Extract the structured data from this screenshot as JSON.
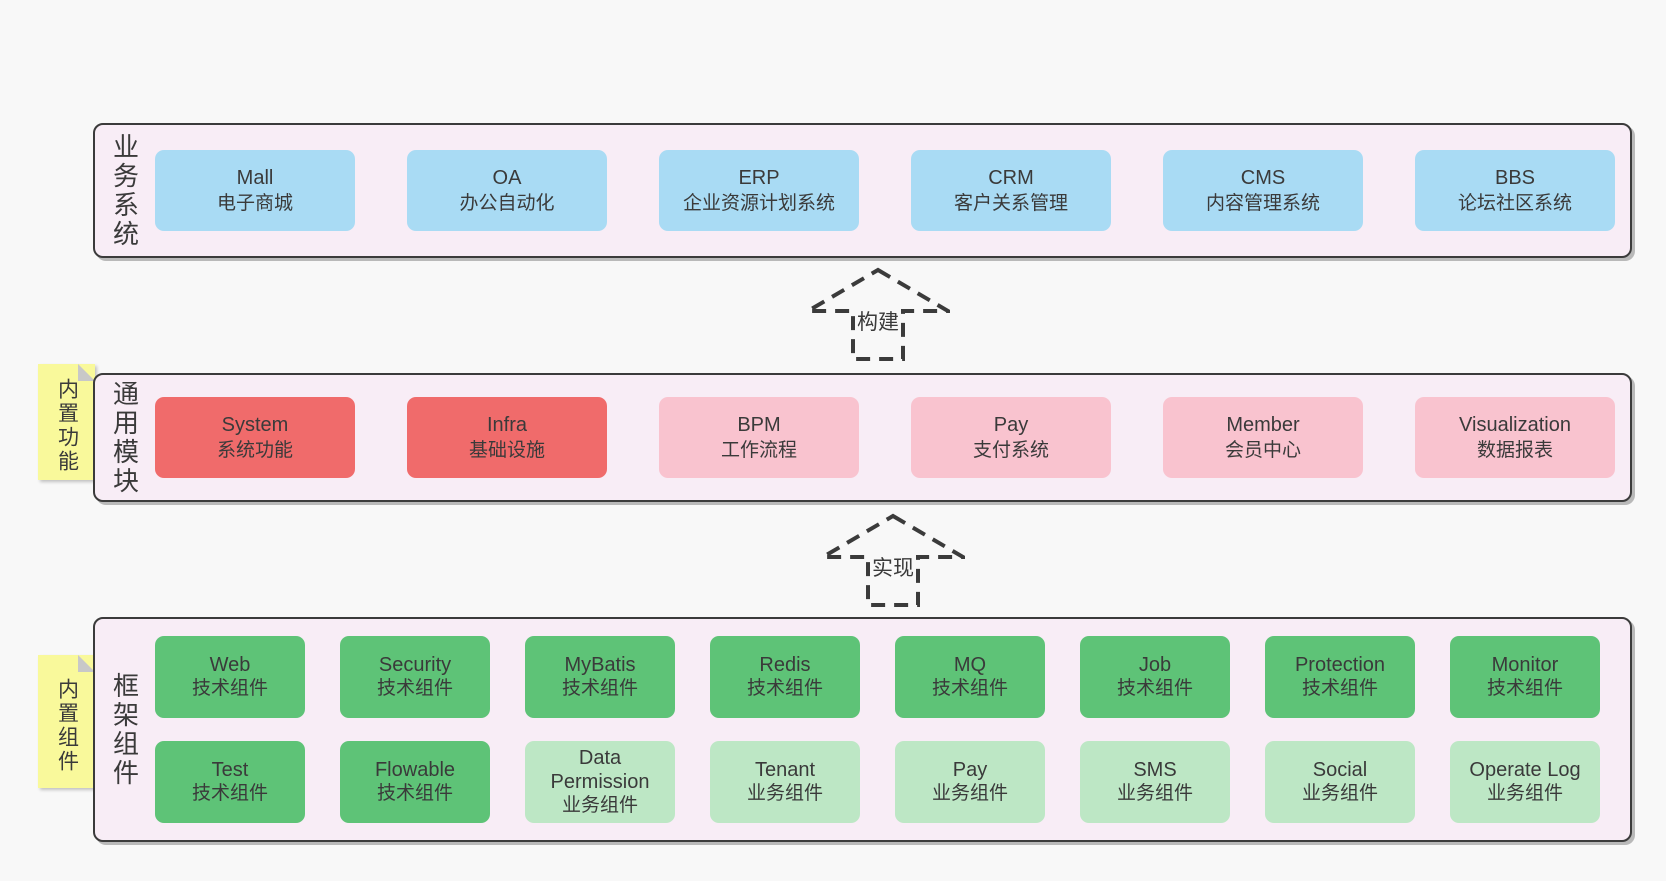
{
  "colors": {
    "blue": "#a9dbf4",
    "red": "#f06b6b",
    "pink": "#f9c3cf",
    "green": "#5ec377",
    "lightgreen": "#bde7c5",
    "band_bg": "#f8edf6",
    "band_border": "#3b3b3b",
    "sticky_bg": "#f9f99b",
    "sticky_fold": "#c8c8c8",
    "page_bg": "#f8f8f8",
    "text": "#3a3a3a"
  },
  "bands": [
    {
      "label": "业务系统",
      "rows": [
        [
          {
            "title": "Mall",
            "subtitle": "电子商城",
            "color": "blue"
          },
          {
            "title": "OA",
            "subtitle": "办公自动化",
            "color": "blue"
          },
          {
            "title": "ERP",
            "subtitle": "企业资源计划系统",
            "color": "blue"
          },
          {
            "title": "CRM",
            "subtitle": "客户关系管理",
            "color": "blue"
          },
          {
            "title": "CMS",
            "subtitle": "内容管理系统",
            "color": "blue"
          },
          {
            "title": "BBS",
            "subtitle": "论坛社区系统",
            "color": "blue"
          }
        ]
      ]
    },
    {
      "label": "通用模块",
      "sticky": "内置功能",
      "rows": [
        [
          {
            "title": "System",
            "subtitle": "系统功能",
            "color": "red"
          },
          {
            "title": "Infra",
            "subtitle": "基础设施",
            "color": "red"
          },
          {
            "title": "BPM",
            "subtitle": "工作流程",
            "color": "pink"
          },
          {
            "title": "Pay",
            "subtitle": "支付系统",
            "color": "pink"
          },
          {
            "title": "Member",
            "subtitle": "会员中心",
            "color": "pink"
          },
          {
            "title": "Visualization",
            "subtitle": "数据报表",
            "color": "pink"
          }
        ]
      ]
    },
    {
      "label": "框架组件",
      "sticky": "内置组件",
      "rows": [
        [
          {
            "title": "Web",
            "subtitle": "技术组件",
            "color": "green"
          },
          {
            "title": "Security",
            "subtitle": "技术组件",
            "color": "green"
          },
          {
            "title": "MyBatis",
            "subtitle": "技术组件",
            "color": "green"
          },
          {
            "title": "Redis",
            "subtitle": "技术组件",
            "color": "green"
          },
          {
            "title": "MQ",
            "subtitle": "技术组件",
            "color": "green"
          },
          {
            "title": "Job",
            "subtitle": "技术组件",
            "color": "green"
          },
          {
            "title": "Protection",
            "subtitle": "技术组件",
            "color": "green"
          },
          {
            "title": "Monitor",
            "subtitle": "技术组件",
            "color": "green"
          }
        ],
        [
          {
            "title": "Test",
            "subtitle": "技术组件",
            "color": "green"
          },
          {
            "title": "Flowable",
            "subtitle": "技术组件",
            "color": "green"
          },
          {
            "title": "Data Permission",
            "subtitle": "业务组件",
            "color": "lightgreen"
          },
          {
            "title": "Tenant",
            "subtitle": "业务组件",
            "color": "lightgreen"
          },
          {
            "title": "Pay",
            "subtitle": "业务组件",
            "color": "lightgreen"
          },
          {
            "title": "SMS",
            "subtitle": "业务组件",
            "color": "lightgreen"
          },
          {
            "title": "Social",
            "subtitle": "业务组件",
            "color": "lightgreen"
          },
          {
            "title": "Operate Log",
            "subtitle": "业务组件",
            "color": "lightgreen"
          }
        ]
      ]
    }
  ],
  "arrows": [
    {
      "label": "构建"
    },
    {
      "label": "实现"
    }
  ]
}
